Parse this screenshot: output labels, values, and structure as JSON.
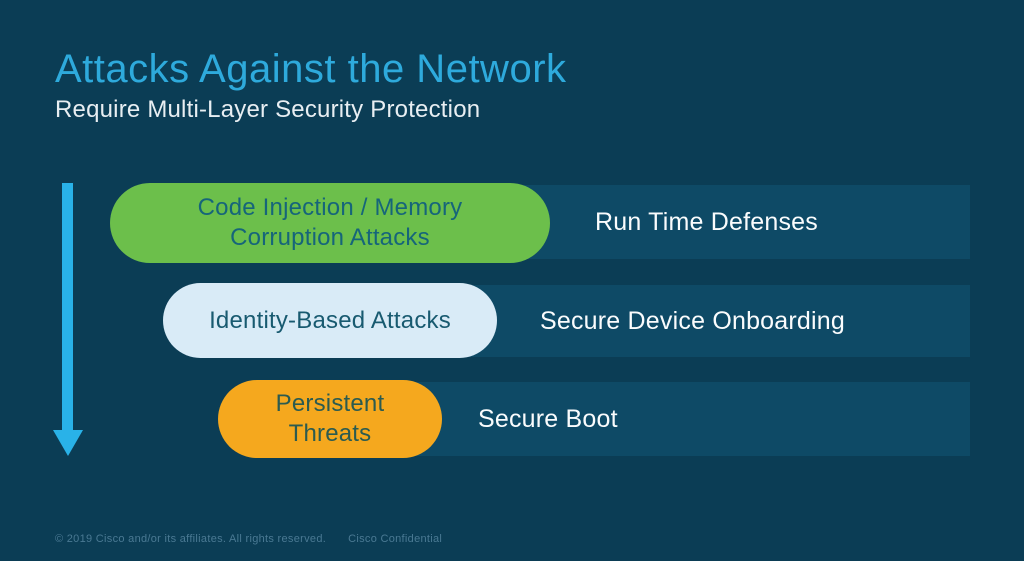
{
  "slide": {
    "title": "Attacks Against the Network",
    "subtitle": "Require Multi-Layer Security Protection",
    "rows": [
      {
        "attack_line1": "Code Injection / Memory",
        "attack_line2": "Corruption Attacks",
        "defense": "Run Time Defenses",
        "pill_bg": "#6CBF4B",
        "pill_text": "#16657A"
      },
      {
        "attack_line1": "Identity-Based Attacks",
        "attack_line2": "",
        "defense": "Secure Device Onboarding",
        "pill_bg": "#D9EBF7",
        "pill_text": "#185A70"
      },
      {
        "attack_line1": "Persistent",
        "attack_line2": "Threats",
        "defense": "Secure Boot",
        "pill_bg": "#F5A81E",
        "pill_text": "#2B5B50"
      }
    ],
    "arrow": {
      "icon": "down-arrow",
      "color": "#29B2E8"
    },
    "footer": {
      "copyright": "© 2019  Cisco and/or its affiliates. All rights reserved.",
      "confidential": "Cisco Confidential"
    },
    "colors": {
      "background": "#0B3D55",
      "band": "#0E4A66",
      "title": "#2EAADC",
      "subtitle": "#E8EEF2",
      "defense_text": "#FAFCFD",
      "footer_text": "#4A7993"
    }
  }
}
